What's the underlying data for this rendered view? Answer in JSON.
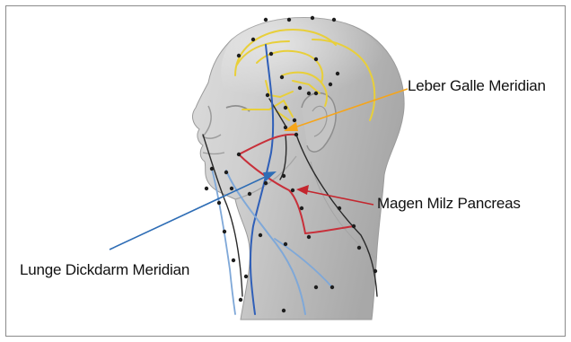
{
  "labels": {
    "leber_galle": "Leber Galle Meridian",
    "magen_milz": "Magen Milz Pancreas",
    "lunge_dickdarm": "Lunge Dickdarm Meridian"
  },
  "colors": {
    "leber_galle_arrow": "#f5a51b",
    "magen_milz_arrow": "#c4262e",
    "lunge_dickdarm_arrow": "#2e6db5",
    "yellow_meridian": "#e8cf3a",
    "blue_meridian": "#2f5fb8",
    "light_blue_meridian": "#7fa8d8",
    "red_meridian": "#c8303a",
    "black_meridian": "#222222"
  },
  "icons": {
    "head": "head-profile-illustration",
    "points": "acupuncture-point-dot"
  }
}
